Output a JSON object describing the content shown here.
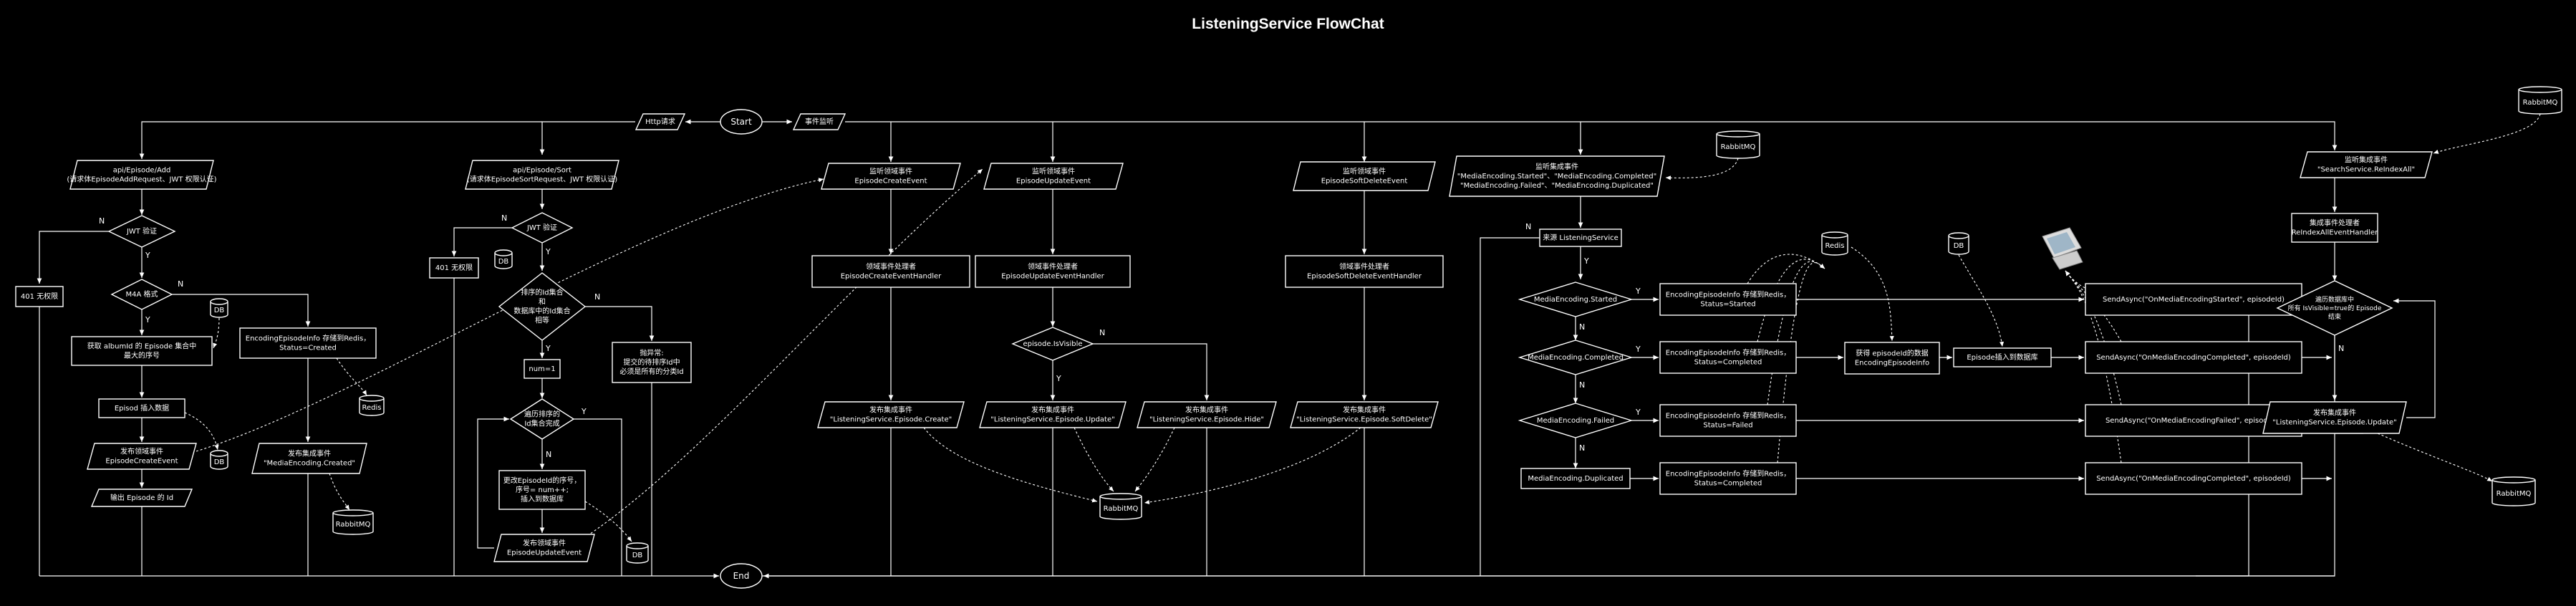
{
  "title": "ListeningService FlowChat",
  "colors": {
    "background": "#000000",
    "stroke": "#ffffff",
    "text": "#ffffff"
  },
  "nodes": {
    "start": "Start",
    "end": "End",
    "http": "Http请求",
    "event_listen": "事件监听",
    "add_api": [
      "api/Episode/Add",
      "(请求体EpisodeAddRequest、JWT 权限认证)"
    ],
    "add_jwt": "JWT 验证",
    "add_401": "401 无权限",
    "add_m4a": "M4A 格式",
    "add_db1": "DB",
    "add_getmax": [
      "获取 albumId 的 Episode 集合中",
      "最大的序号"
    ],
    "add_insert": "Episod 插入数据",
    "add_pub_create": [
      "发布领域事件",
      "EpisodeCreateEvent"
    ],
    "add_db2": "DB",
    "add_out_id": "输出 Episode 的 Id",
    "add_redis_store": [
      "EncodingEpisodeInfo 存储到Redis，",
      "Status=Created"
    ],
    "add_redis": "Redis",
    "add_pub_media": [
      "发布集成事件",
      "\"MediaEncoding.Created\""
    ],
    "add_rabbit": "RabbitMQ",
    "sort_api": [
      "api/Episode/Sort",
      "(请求体EpisodeSortRequest、JWT 权限认证)"
    ],
    "sort_jwt": "JWT 验证",
    "sort_401": "401 无权限",
    "sort_db1": "DB",
    "sort_check": [
      "排序的Id集合",
      "和",
      "数据库中的Id集合",
      "相等"
    ],
    "sort_exception": [
      "抛异常:",
      "提交的待排序Id中",
      "必须是所有的分类Id"
    ],
    "sort_num": "num=1",
    "sort_loop": [
      "遍历排序的",
      "Id集合完成"
    ],
    "sort_update": [
      "更改EpisodeId的序号，",
      "序号= num++;",
      "插入到数据库"
    ],
    "sort_pub_update": [
      "发布领域事件",
      "EpisodeUpdateEvent"
    ],
    "sort_db2": "DB",
    "c1_listen": [
      "监听领域事件",
      "EpisodeCreateEvent"
    ],
    "c1_handler": [
      "领域事件处理者",
      "EpisodeCreateEventHandler"
    ],
    "c1_pub": [
      "发布集成事件",
      "\"ListeningService.Episode.Create\""
    ],
    "c2_listen": [
      "监听领域事件",
      "EpisodeUpdateEvent"
    ],
    "c2_handler": [
      "领域事件处理者",
      "EpisodeUpdateEventHandler"
    ],
    "c2_visible": "episode.IsVisible",
    "c2_pub_update": [
      "发布集成事件",
      "\"ListeningService.Episode.Update\""
    ],
    "c2_pub_hide": [
      "发布集成事件",
      "\"ListeningService.Episode.Hide\""
    ],
    "mid_rabbit": "RabbitMQ",
    "c3_listen": [
      "监听领域事件",
      "EpisodeSoftDeleteEvent"
    ],
    "c3_handler": [
      "领域事件处理者",
      "EpisodeSoftDeleteEventHandler"
    ],
    "c3_pub": [
      "发布集成事件",
      "\"ListeningService.Episode.SoftDelete\""
    ],
    "media_listen": [
      "监听集成事件",
      "\"MediaEncoding.Started\"、\"MediaEncoding.Completed\"",
      "\"MediaEncoding.Failed\"、\"MediaEncoding.Duplicated\""
    ],
    "media_rabbit": "RabbitMQ",
    "media_service": "来源 ListeningService",
    "media_started": "MediaEncoding.Started",
    "media_completed": "MediaEncoding.Completed",
    "media_failed": "MediaEncoding.Failed",
    "media_duplicated": "MediaEncoding.Duplicated",
    "m_store_started": [
      "EncodingEpisodeInfo 存储到Redis，",
      "Status=Started"
    ],
    "m_store_completed": [
      "EncodingEpisodeInfo 存储到Redis，",
      "Status=Completed"
    ],
    "m_store_failed": [
      "EncodingEpisodeInfo 存储到Redis，",
      "Status=Failed"
    ],
    "m_store_dup": [
      "EncodingEpisodeInfo 存储到Redis，",
      "Status=Completed"
    ],
    "m_redis": "Redis",
    "m_get_info": [
      "获得 episodeId的数据",
      "EncodingEpisodeInfo"
    ],
    "m_db": "DB",
    "m_insert": "Episode插入到数据库",
    "m_send_started": "SendAsync(\"OnMediaEncodingStarted\", episodeId)",
    "m_send_completed": "SendAsync(\"OnMediaEncodingCompleted\", episodeId)",
    "m_send_failed": "SendAsync(\"OnMediaEncodingFailed\", episodeId)",
    "m_send_dup": "SendAsync(\"OnMediaEncodingCompleted\", episodeId)",
    "r_rabbit_top": "RabbitMQ",
    "r_listen": [
      "监听集成事件",
      "\"SearchService.ReIndexAll\""
    ],
    "r_handler": [
      "集成事件处理者",
      "ReIndexAllEventHandler"
    ],
    "r_loop": [
      "遍历数据库中",
      "所有 IsVisible=true的 Episode",
      "结束"
    ],
    "r_pub": [
      "发布集成事件",
      "\"ListeningService.Episode.Update\""
    ],
    "r_rabbit_bottom": "RabbitMQ"
  },
  "edge_labels": {
    "yes": "Y",
    "no": "N"
  }
}
